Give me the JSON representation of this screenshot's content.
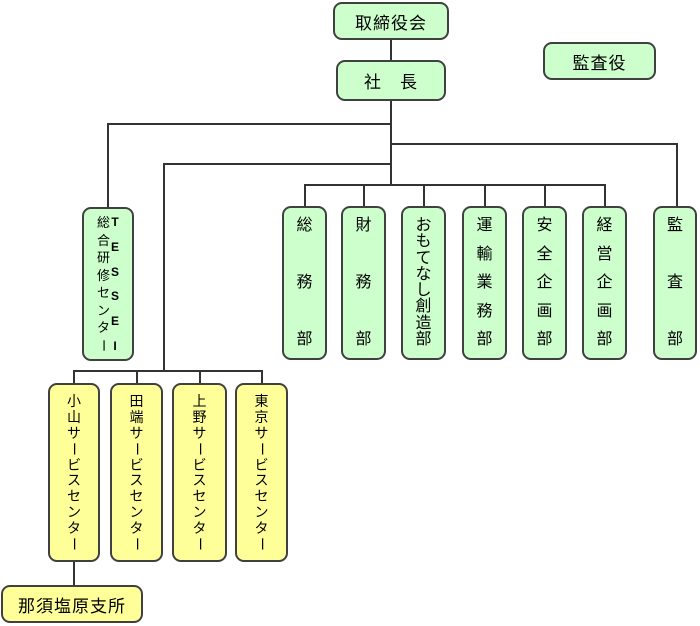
{
  "org_chart": {
    "board": {
      "label": "取締役会"
    },
    "president": {
      "label": "社　長"
    },
    "auditor": {
      "label": "監査役"
    },
    "training_center": {
      "lines": [
        "TESSEI",
        "総合研修センター"
      ]
    },
    "departments": [
      {
        "label": "総務部"
      },
      {
        "label": "財務部"
      },
      {
        "label": "おもてなし創造部"
      },
      {
        "label": "運輸業務部"
      },
      {
        "label": "安全企画部"
      },
      {
        "label": "経営企画部"
      },
      {
        "label": "監査部"
      }
    ],
    "service_centers": [
      {
        "label": "小山サービスセンター"
      },
      {
        "label": "田端サービスセンター"
      },
      {
        "label": "上野サービスセンター"
      },
      {
        "label": "東京サービスセンター"
      }
    ],
    "branch_office": {
      "label": "那須塩原支所"
    },
    "colors": {
      "dept_fill": "#ccffcc",
      "service_fill": "#ffff99",
      "border": "#404040",
      "line": "#333333"
    }
  }
}
